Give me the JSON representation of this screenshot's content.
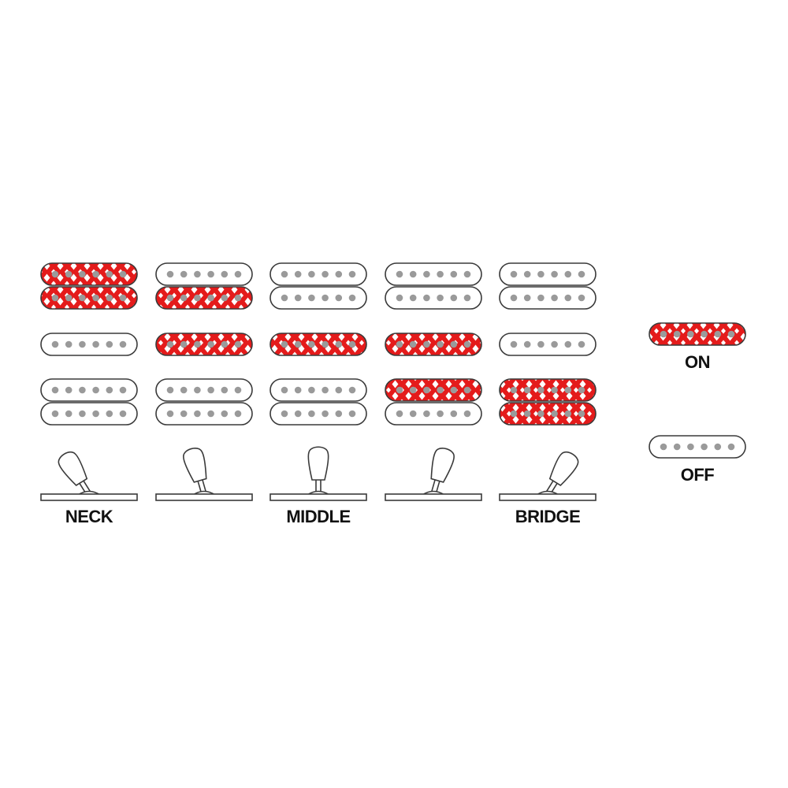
{
  "colors": {
    "on_fill": "#e41b1b",
    "off_fill": "#ffffff",
    "outline": "#3a3a3a",
    "pole": "#9a9a9a",
    "pattern": "#ffffff"
  },
  "positions": [
    {
      "label": "NECK",
      "switch": 1,
      "pickups": {
        "neck_top": true,
        "neck_bottom": true,
        "middle": false,
        "bridge_top": false,
        "bridge_bottom": false
      }
    },
    {
      "label": "",
      "switch": 2,
      "pickups": {
        "neck_top": false,
        "neck_bottom": true,
        "middle": true,
        "bridge_top": false,
        "bridge_bottom": false
      }
    },
    {
      "label": "MIDDLE",
      "switch": 3,
      "pickups": {
        "neck_top": false,
        "neck_bottom": false,
        "middle": true,
        "bridge_top": false,
        "bridge_bottom": false
      }
    },
    {
      "label": "",
      "switch": 4,
      "pickups": {
        "neck_top": false,
        "neck_bottom": false,
        "middle": true,
        "bridge_top": true,
        "bridge_bottom": false
      }
    },
    {
      "label": "BRIDGE",
      "switch": 5,
      "pickups": {
        "neck_top": false,
        "neck_bottom": false,
        "middle": false,
        "bridge_top": true,
        "bridge_bottom": true
      }
    }
  ],
  "legend": [
    {
      "label": "ON",
      "state": true
    },
    {
      "label": "OFF",
      "state": false
    }
  ]
}
